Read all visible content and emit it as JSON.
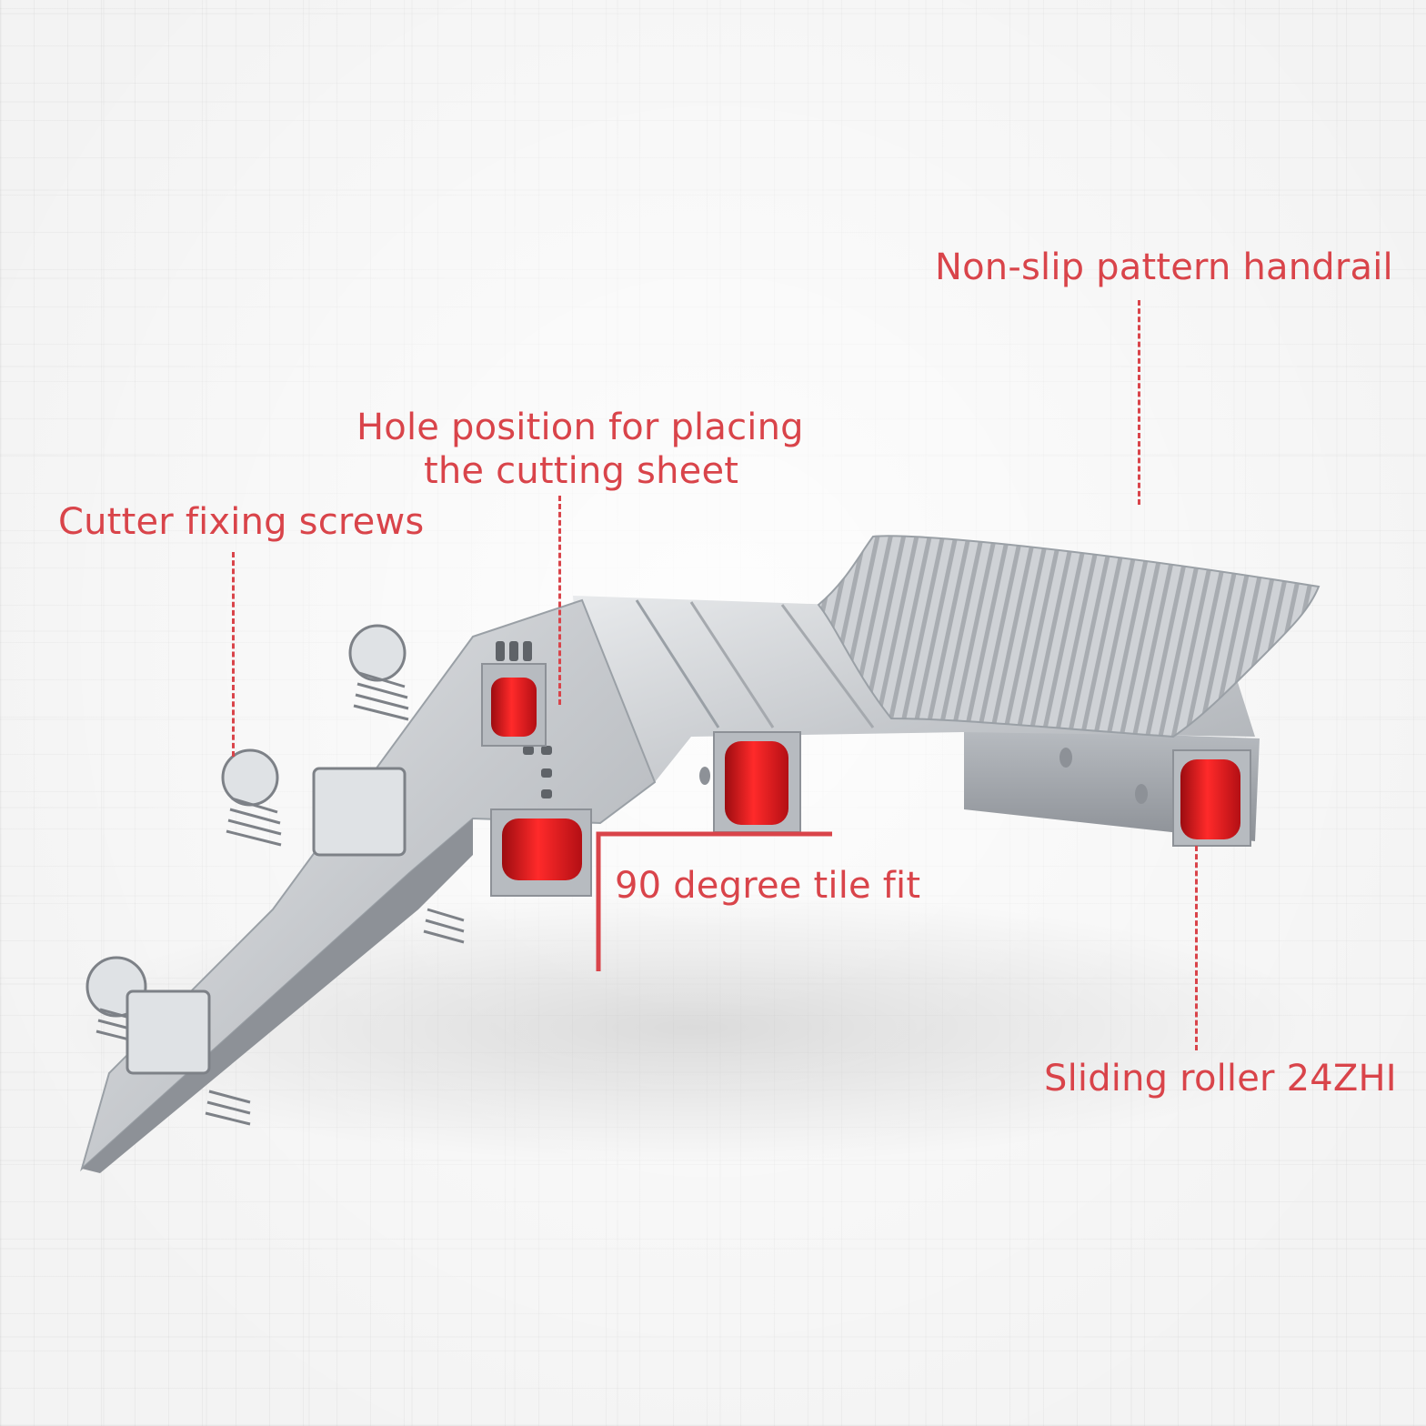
{
  "callouts": {
    "handrail": "Non-slip pattern handrail",
    "hole_line1": "Hole position for placing",
    "hole_line2": "the cutting sheet",
    "screws": "Cutter fixing screws",
    "tile_fit": "90 degree tile fit",
    "roller": "Sliding roller 24ZHI"
  },
  "colors": {
    "callout_red": "#d9444a",
    "roller_red": "#e01820",
    "metal": "#c9ccd0"
  }
}
